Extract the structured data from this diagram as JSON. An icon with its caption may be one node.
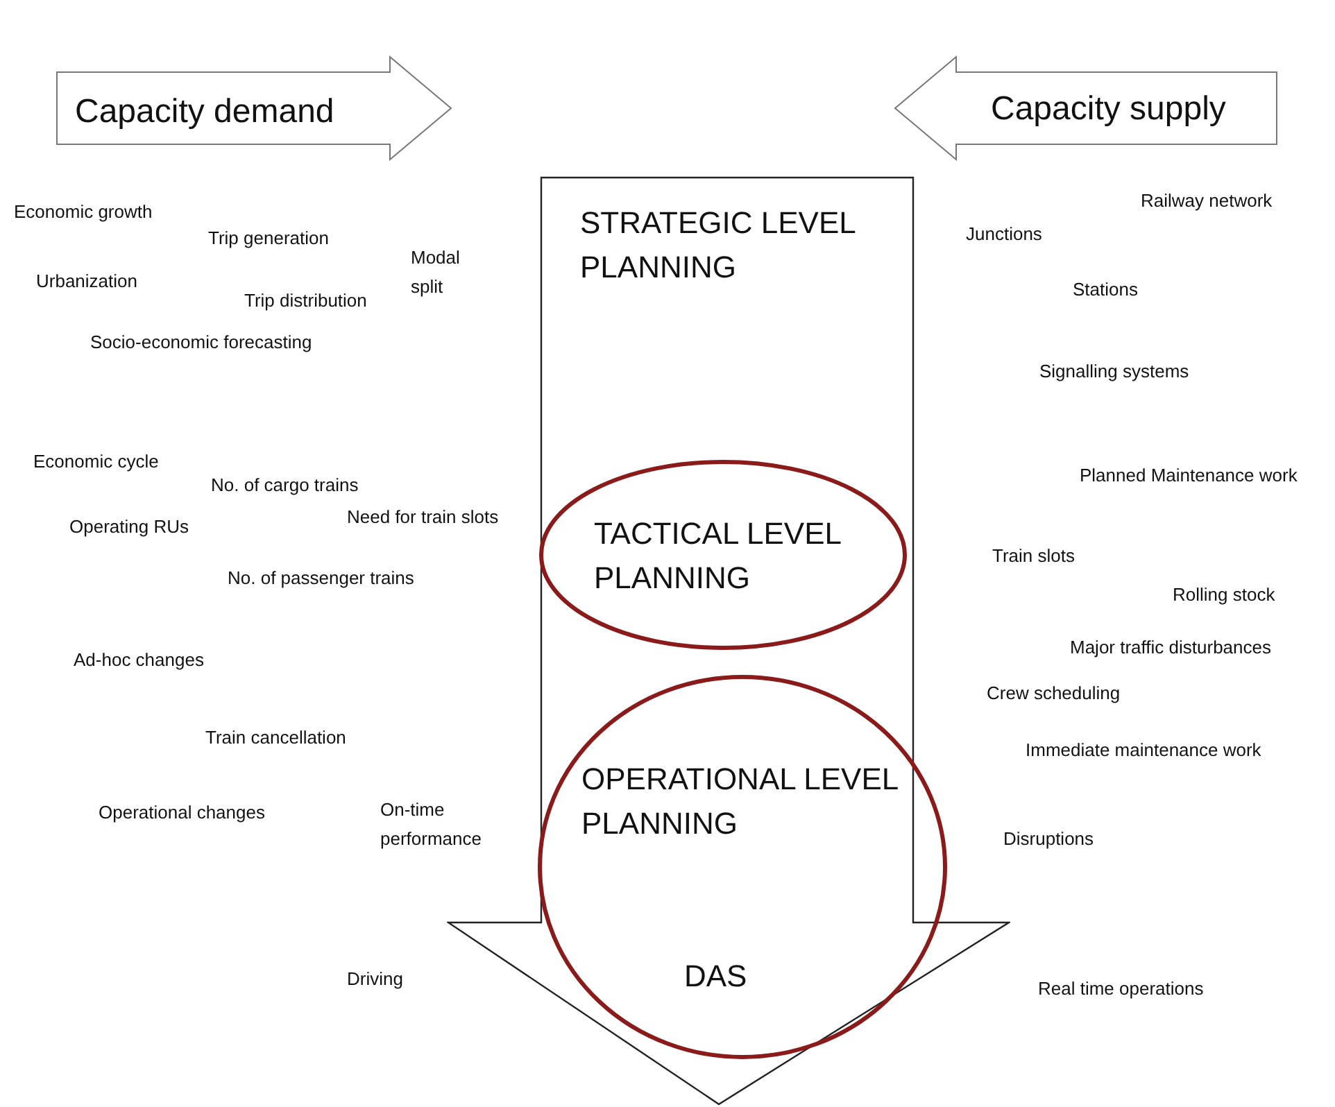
{
  "diagram": {
    "nodes": [
      {
        "text": [
          "Capacity demand"
        ]
      },
      {
        "text": [
          "Capacity supply"
        ]
      },
      {
        "text": [
          "STRATEGIC LEVEL PLANNING"
        ]
      },
      {
        "text": [
          "TACTICAL LEVEL PLANNING"
        ],
        "in": 2
      },
      {
        "text": [
          "OPERATIONAL LEVEL PLANNING",
          "DAS"
        ],
        "in": 2
      }
    ],
    "edges": [],
    "labels": [
      "Economic growth",
      "Trip generation",
      "Modal split",
      "Urbanization",
      "Trip distribution",
      "Socio-economic forecasting",
      "Economic cycle",
      "No. of cargo trains",
      "Operating RUs",
      "Need for train slots",
      "No. of passenger trains",
      "Ad-hoc changes",
      "Train cancellation",
      "Operational changes",
      "On-time performance",
      "Driving",
      "Railway network",
      "Junctions",
      "Stations",
      "Signalling systems",
      "Planned Maintenance work",
      "Train slots",
      "Rolling stock",
      "Major traffic disturbances",
      "Crew scheduling",
      "Immediate maintenance work",
      "Disruptions",
      "Real time operations"
    ]
  }
}
